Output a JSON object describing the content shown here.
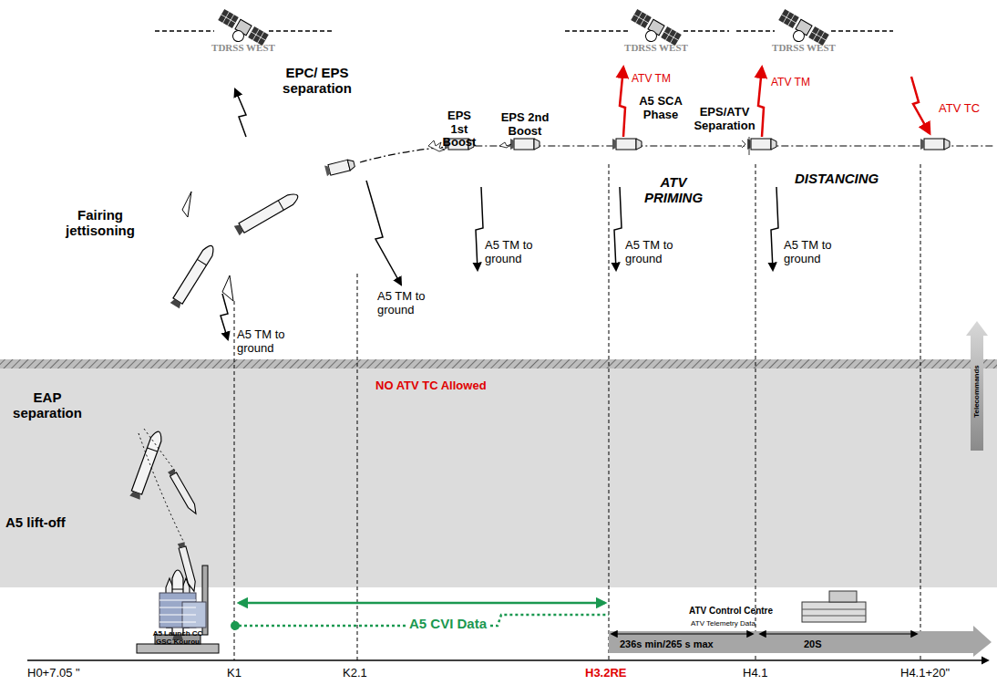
{
  "diagram": {
    "nodes": [
      {
        "text": [
          "ATV Telemetry Data",
          "236s min/265 s max",
          "20S"
        ]
      },
      {
        "text": [
          "Telecommands"
        ]
      }
    ],
    "labels": [
      "TDRSS WEST",
      "EPC/ EPS separation",
      "Fairing jettisoning",
      "EAP separation",
      "A5 lift-off",
      "EPS 1st Boost",
      "EPS 2nd Boost",
      "TDRSS WEST",
      "ATV TM",
      "A5 SCA Phase",
      "ATV PRIMING",
      "EPS/ATV Separation",
      "TDRSS WEST",
      "ATV TM",
      "ATV TC",
      "DISTANCING",
      "A5 TM to ground",
      "A5 TM to ground",
      "A5 TM to ground",
      "A5 TM to ground",
      "A5 TM to ground",
      "NO ATV TC Allowed",
      "A5 Launch CC GSC Kourou",
      "A5 CVI Data",
      "ATV Control Centre",
      "H0+7.05 \"",
      "K1",
      "K2.1",
      "H3.2RE",
      "H4.1",
      "H4.1+20\""
    ]
  }
}
